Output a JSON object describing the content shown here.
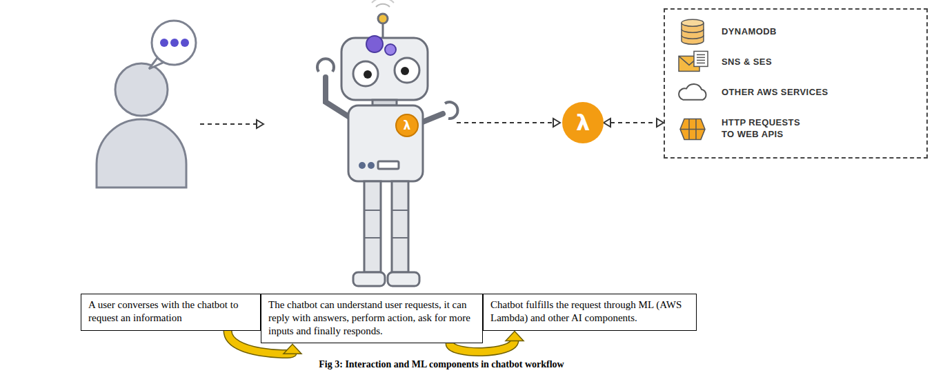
{
  "diagram": {
    "caption": "Fig 3: Interaction and ML components in chatbot workflow",
    "nodes": [
      {
        "text": [
          "λ"
        ]
      },
      {
        "text": [
          "DYNAMODB",
          "SNS & SES",
          "OTHER AWS SERVICES",
          "HTTP REQUESTS TO WEB APIS"
        ]
      },
      {
        "text": [
          "A user converses with the chatbot to request an information"
        ]
      },
      {
        "text": [
          "The chatbot can understand user requests, it can reply with answers, perform action, ask for more inputs and finally responds."
        ]
      },
      {
        "text": [
          "Chatbot fulfills the request through ML (AWS Lambda) and other AI components."
        ]
      }
    ],
    "edges": [
      {
        "from": 0,
        "to": 1,
        "arrow": "both"
      },
      {
        "from": 2,
        "to": 3,
        "arrow": "to"
      },
      {
        "from": 3,
        "to": 4,
        "arrow": "to"
      }
    ],
    "labels": [
      "λ"
    ]
  }
}
